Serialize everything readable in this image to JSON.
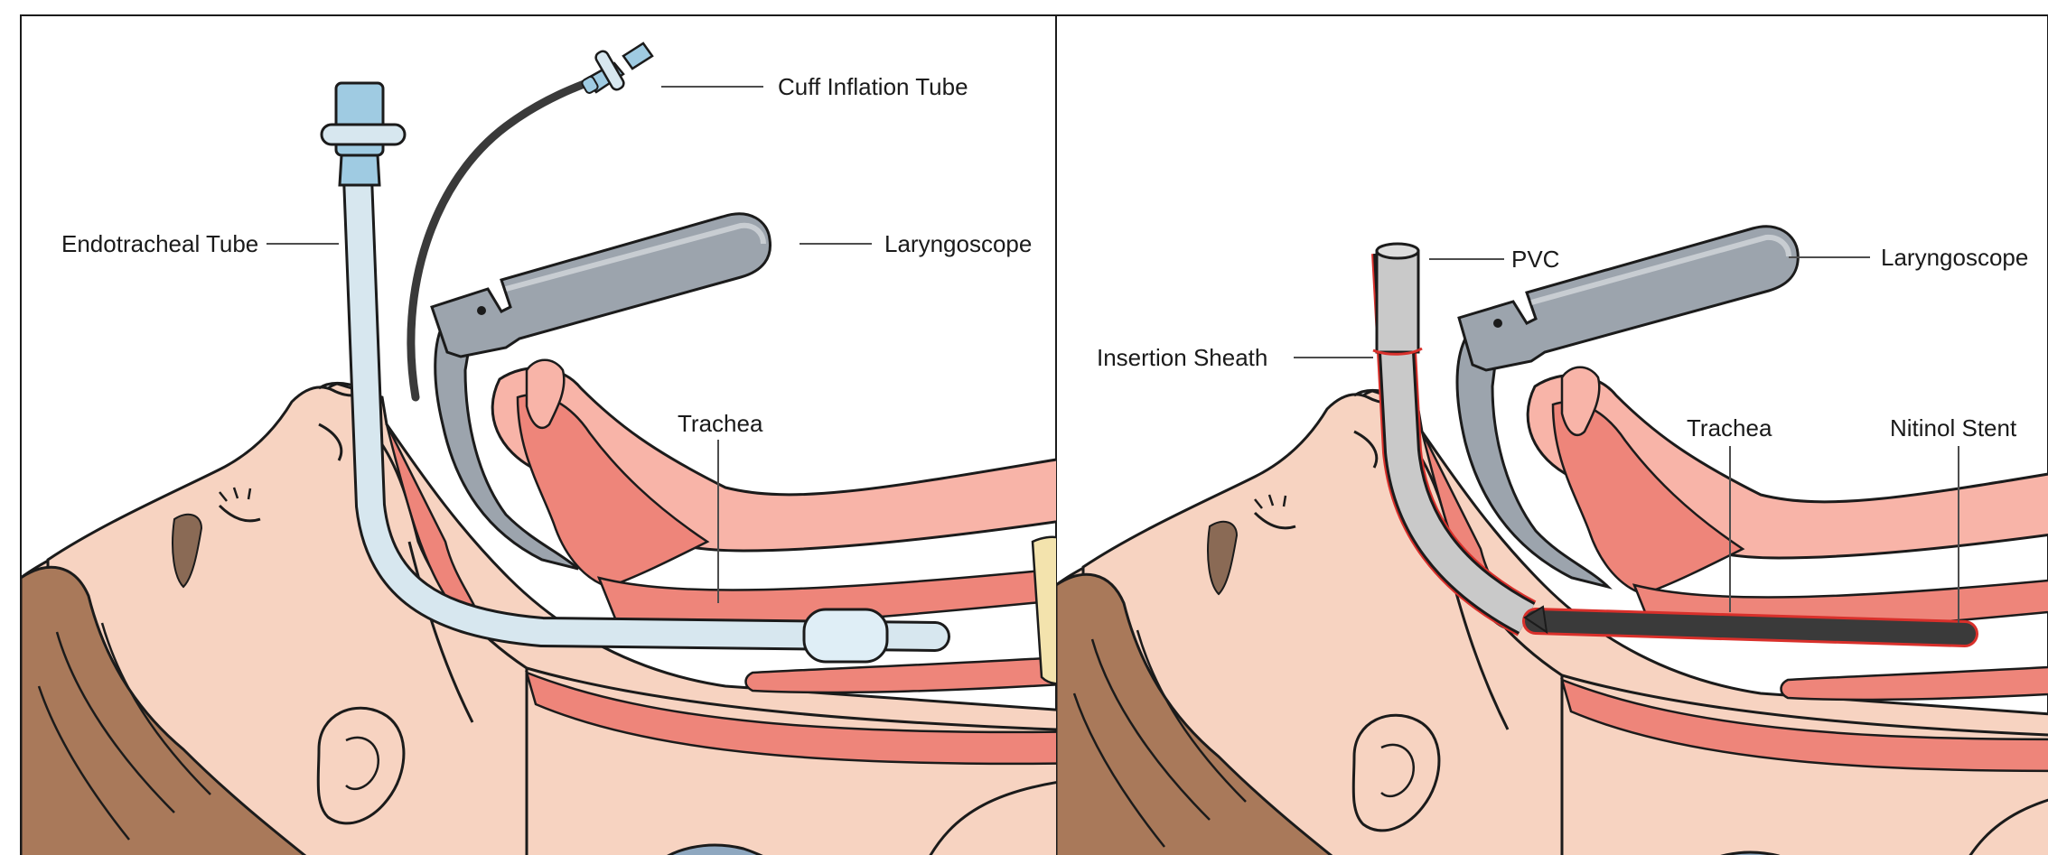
{
  "colors": {
    "skin": "#f7d3c1",
    "skin_shadow": "#efb9a3",
    "hair": "#a9795a",
    "hair_dark": "#8a5f44",
    "mucosa": "#ee857a",
    "mucosa_light": "#f8b4a8",
    "outline": "#1b1b1b",
    "tube": "#d7e7ef",
    "tube_connector": "#9fcbe2",
    "scope": "#9ca4ad",
    "scope_dark": "#6f7883",
    "cartilage": "#f3e3ad",
    "sheath": "#c9c9c9",
    "stent": "#3a3a3a",
    "highlight_red": "#d9302b",
    "eye_shadow": "#8a6a55"
  },
  "left_panel": {
    "labels": {
      "cuff_inflation_tube": "Cuff Inflation Tube",
      "endotracheal_tube": "Endotracheal Tube",
      "laryngoscope": "Laryngoscope",
      "trachea": "Trachea"
    }
  },
  "right_panel": {
    "labels": {
      "pvc": "PVC",
      "laryngoscope": "Laryngoscope",
      "insertion_sheath": "Insertion Sheath",
      "trachea": "Trachea",
      "nitinol_stent": "Nitinol Stent"
    }
  }
}
